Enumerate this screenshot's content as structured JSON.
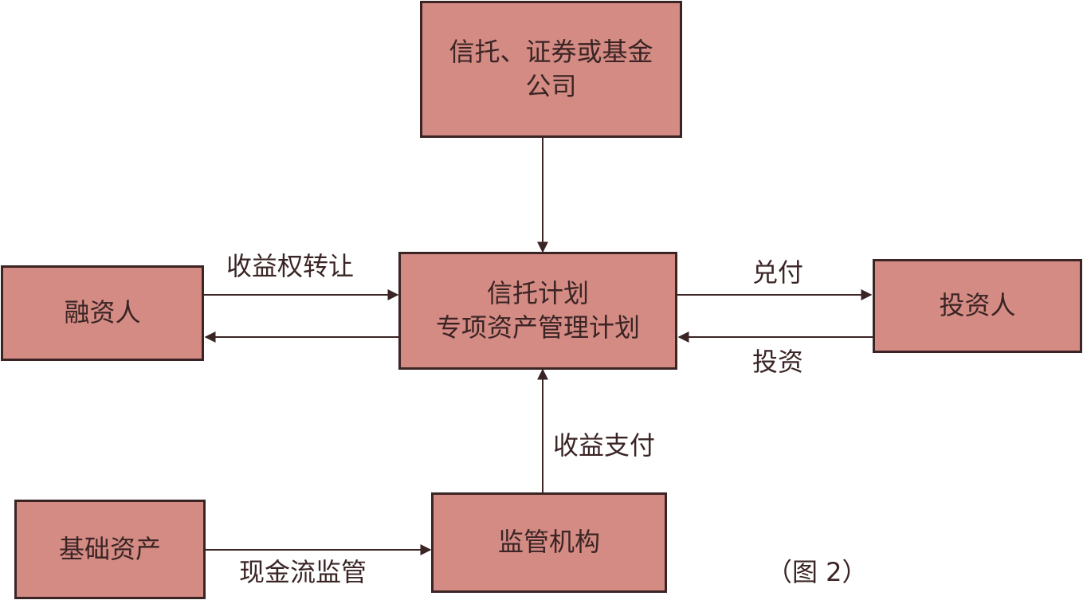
{
  "nodes": {
    "trust_company": {
      "line1": "信托、证券或基金",
      "line2": "公司"
    },
    "plan": {
      "line1": "信托计划",
      "line2": "专项资产管理计划"
    },
    "financier": "融资人",
    "investor": "投资人",
    "underlying_assets": "基础资产",
    "supervisor": "监管机构"
  },
  "edges": {
    "income_right_transfer": "收益权转让",
    "redemption": "兑付",
    "investment": "投资",
    "income_payment": "收益支付",
    "cashflow_supervision": "现金流监管"
  },
  "figure_caption": "（图 2）",
  "colors": {
    "box_fill": "#d38b84",
    "box_border": "#3a2424",
    "line": "#3a2424"
  }
}
